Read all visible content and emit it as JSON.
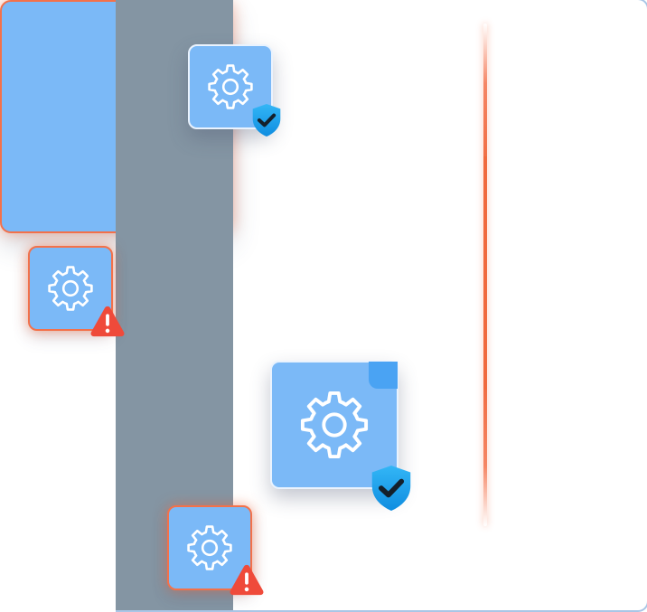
{
  "colors": {
    "tile_fill": "#7bb9f7",
    "tile_dark_fill": "#8495a3",
    "warning_glow": "#f3714a",
    "scan_line": "#f06a3e",
    "shield_badge": "#1ea5f0",
    "warning_badge": "#ef4a3a"
  },
  "tiles": [
    {
      "name": "tile-top-verified",
      "icon": "gear-icon",
      "badge": "shield-check-icon",
      "status": "verified"
    },
    {
      "name": "tile-left-warning",
      "icon": "gear-icon",
      "badge": "warning-triangle-icon",
      "status": "warning"
    },
    {
      "name": "tile-big-scanned",
      "icon": "gear-icon",
      "badge": "",
      "status": "scanning"
    },
    {
      "name": "tile-center-verified",
      "icon": "gear-icon",
      "badge": "shield-check-icon",
      "status": "verified"
    },
    {
      "name": "tile-bottom-warning",
      "icon": "gear-icon",
      "badge": "warning-triangle-icon",
      "status": "warning"
    }
  ],
  "scanner": {
    "icon": "scan-line"
  }
}
